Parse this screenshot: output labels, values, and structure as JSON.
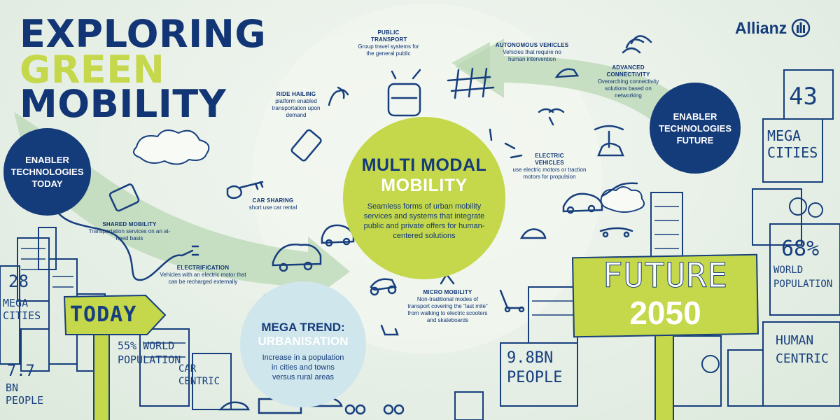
{
  "title": {
    "line1": "EXPLORING",
    "line2": "GREEN",
    "line3": "MOBILITY"
  },
  "brand": {
    "name": "Allianz"
  },
  "enabler_today": "ENABLER TECHNOLOGIES TODAY",
  "enabler_future": "ENABLER TECHNOLOGIES FUTURE",
  "center": {
    "heading1": "MULTI MODAL",
    "heading2": "MOBILITY",
    "body": "Seamless forms of urban mobility services and systems that integrate public and private offers for human-centered solutions"
  },
  "mega_trend": {
    "heading1": "MEGA TREND:",
    "heading2": "URBANISATION",
    "body": "Increase in a population in cities and towns versus rural areas"
  },
  "labels": {
    "public_transport": {
      "head": "PUBLIC TRANSPORT",
      "body": "Group travel systems for the general public"
    },
    "ride_hailing": {
      "head": "RIDE HAILING",
      "body": "platform enabled transportation upon demand"
    },
    "car_sharing": {
      "head": "CAR SHARING",
      "body": "short use car rental"
    },
    "shared_mobility": {
      "head": "SHARED MOBILITY",
      "body": "Transportation services on an at-need basis"
    },
    "electrification": {
      "head": "ELECTRIFICATION",
      "body": "Vehicles with an electric motor that can be recharged externally"
    },
    "autonomous_vehicles": {
      "head": "AUTONOMOUS VEHICLES",
      "body": "Vehicles that require no human intervention"
    },
    "advanced_connectivity": {
      "head": "ADVANCED CONNECTIVITY",
      "body": "Overarching connectivity solutions based on networking"
    },
    "electric_vehicles": {
      "head": "ELECTRIC VEHICLES",
      "body": "use electric motors or traction motors for propulsion"
    },
    "micro_mobility": {
      "head": "MICRO MOBILITY",
      "body": "Non-traditional modes of transport covering the “last mile” from walking to electric scooters and skateboards"
    }
  },
  "signs": {
    "today": "TODAY",
    "future1": "FUTURE",
    "future2": "2050"
  },
  "handwritten": {
    "left_megacities_num": "28",
    "left_megacities": "MEGA CITIES",
    "world_pop_left": "55% WORLD POPULATION",
    "bn_people_left_num": "7.7",
    "bn_people_left": "BN PEOPLE",
    "car_centric": "CAR CENTRIC",
    "right_megacities_num": "43",
    "right_megacities": "MEGA CITIES",
    "world_pop_right_num": "68%",
    "world_pop_right": "WORLD POPULATION",
    "bn_people_right": "9.8BN PEOPLE",
    "human_centric": "HUMAN CENTRIC"
  },
  "colors": {
    "navy": "#143b7a",
    "lime": "#c5d74a",
    "light_blue": "#cfe6ec",
    "arrow": "#b8d6b3"
  }
}
